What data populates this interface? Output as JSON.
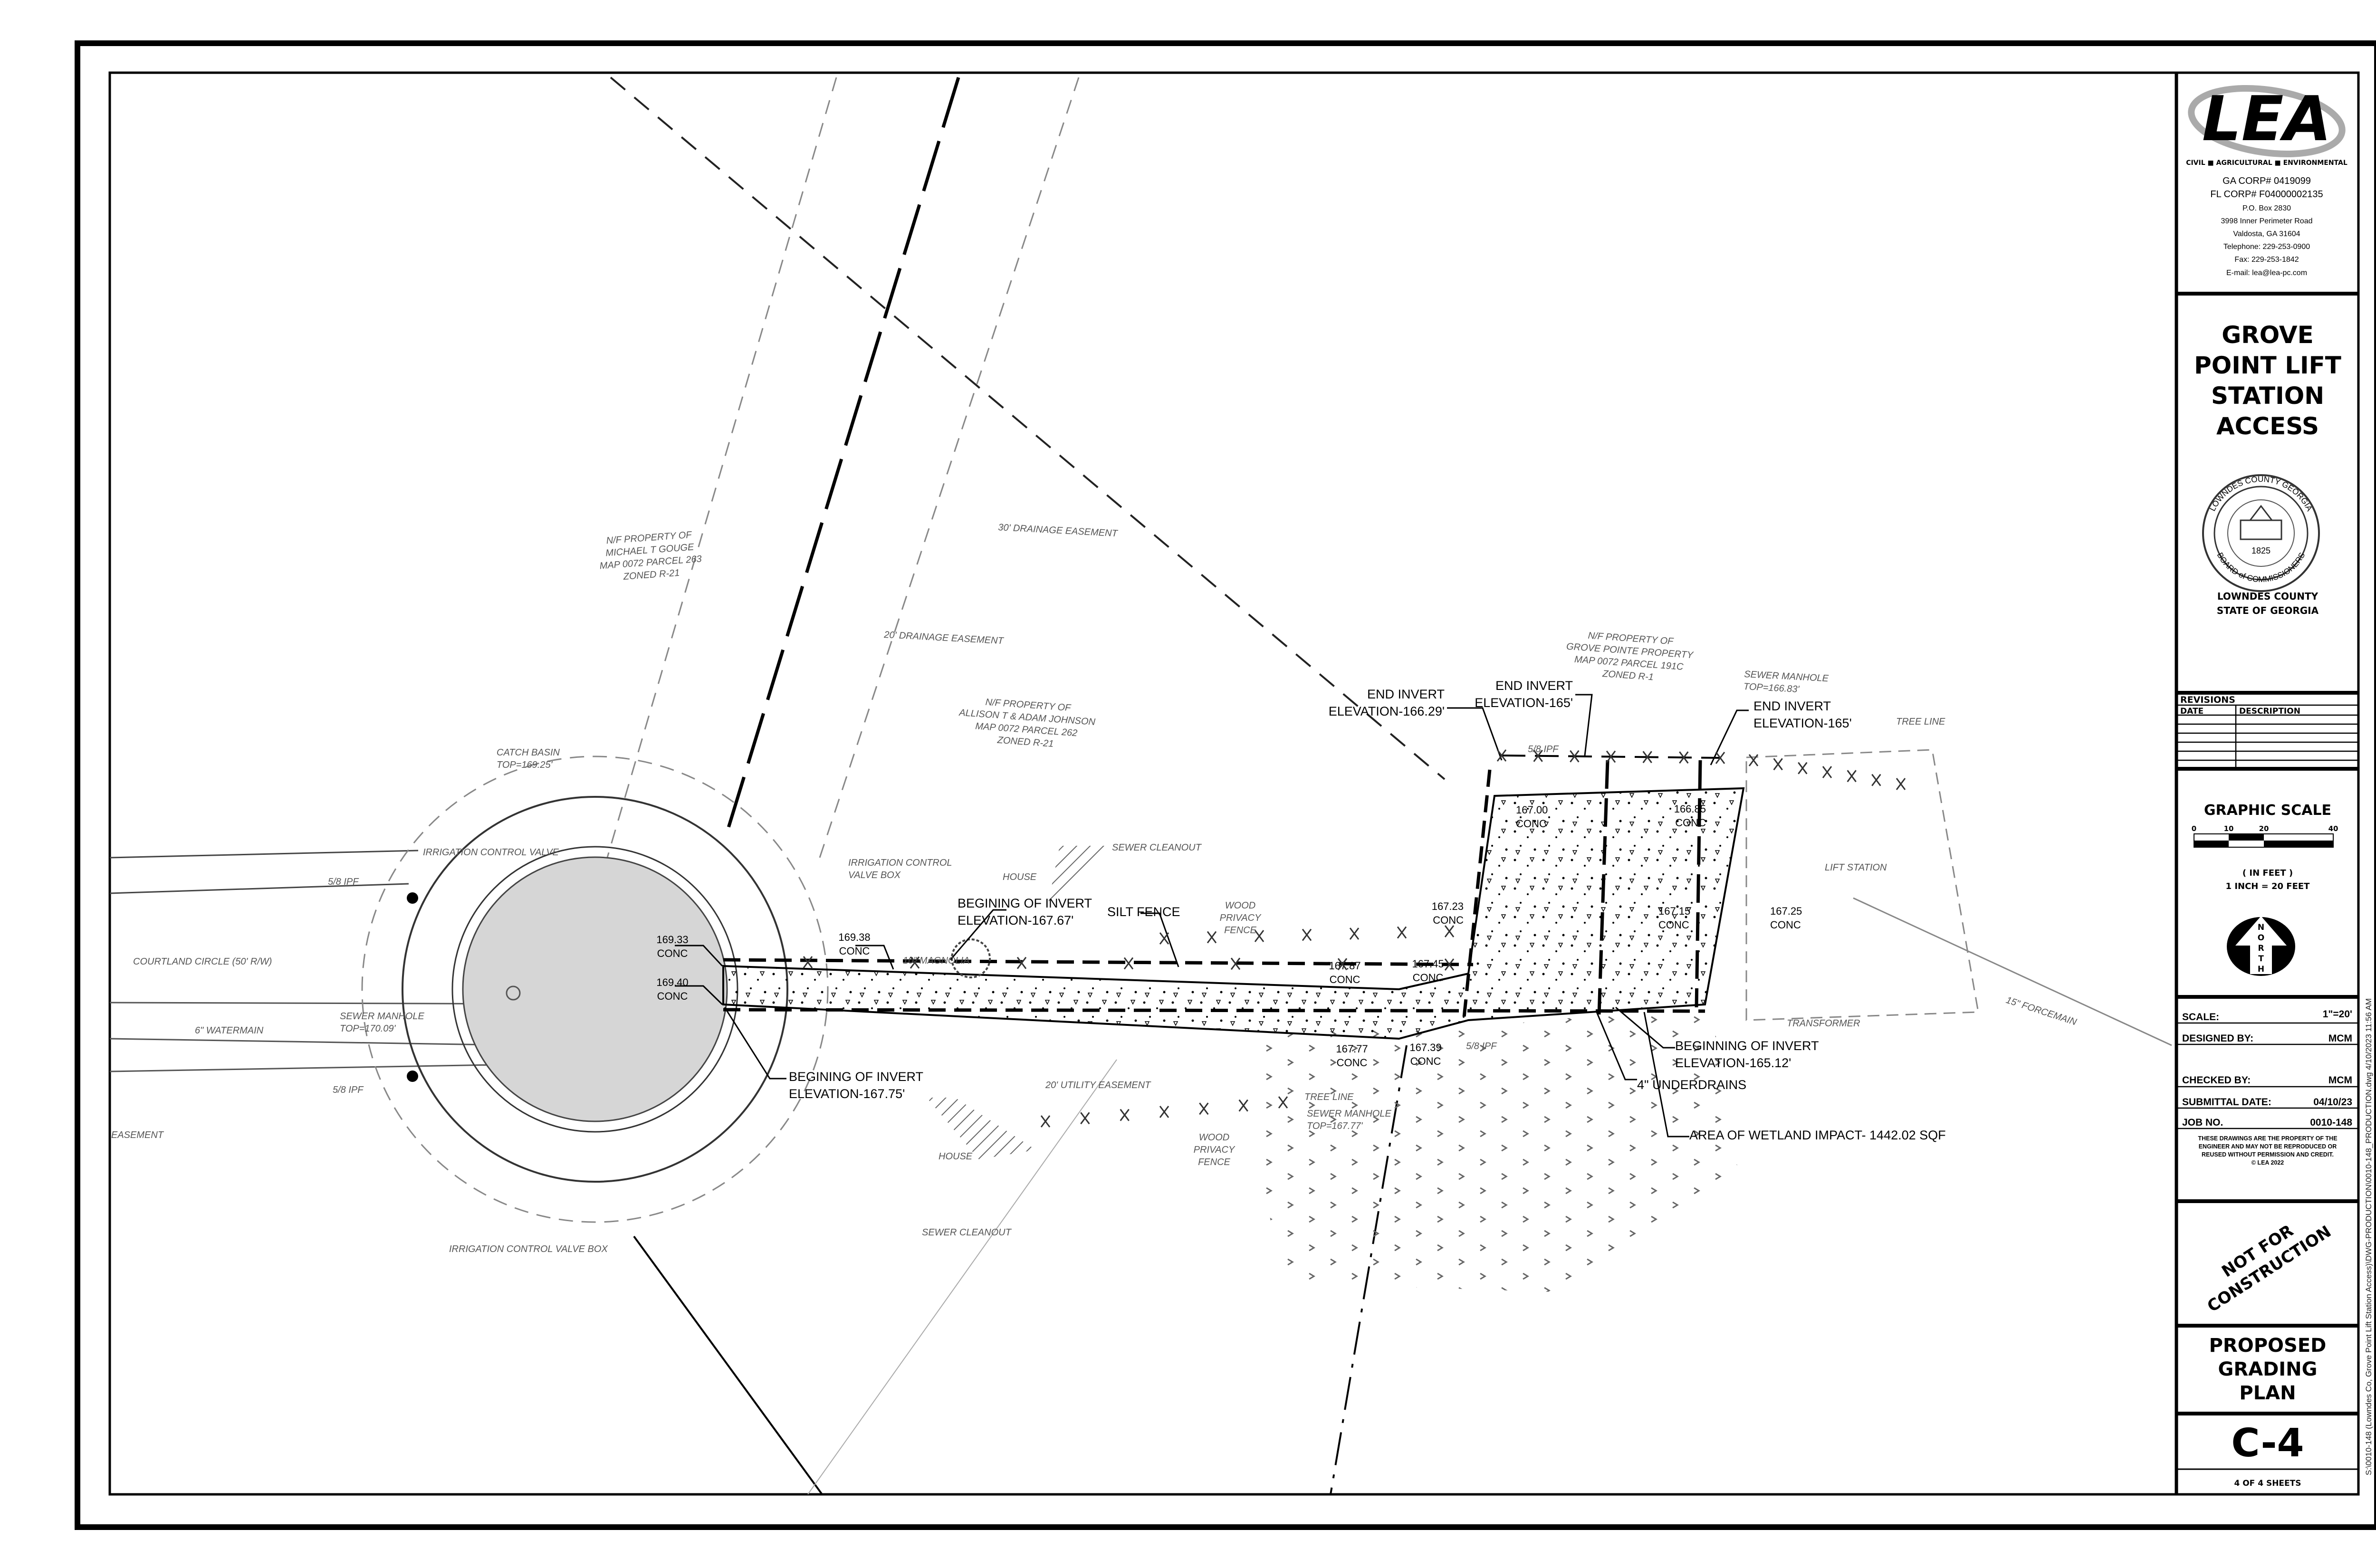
{
  "title_block": {
    "logo": {
      "name": "LEA",
      "tagline": "CIVIL ■ AGRICULTURAL ■ ENVIRONMENTAL"
    },
    "company_info": [
      "GA CORP# 0419099",
      "FL CORP# F04000002135",
      "P.O. Box 2830",
      "3998 Inner Perimeter Road",
      "Valdosta, GA 31604",
      "Telephone:  229-253-0900",
      "Fax:  229-253-1842",
      "E-mail: lea@lea-pc.com"
    ],
    "project_title": [
      "GROVE",
      "POINT LIFT",
      "STATION",
      "ACCESS"
    ],
    "seal": {
      "top": "LOWNDES COUNTY GEORGIA",
      "bottom": "BOARD of COMMISSIONERS",
      "year": "1825"
    },
    "county": "LOWNDES COUNTY",
    "state": "STATE OF GEORGIA",
    "revisions": {
      "title": "REVISIONS",
      "date_header": "DATE",
      "description_header": "DESCRIPTION"
    },
    "graphic_scale": {
      "title": "GRAPHIC SCALE",
      "ticks": [
        "0",
        "10",
        "20",
        "40"
      ],
      "units": "( IN FEET )",
      "ratio": "1 INCH = 20 FEET"
    },
    "north_arrow": "NORTH",
    "fields": [
      {
        "label": "SCALE:",
        "value": "1\"=20'"
      },
      {
        "label": "DESIGNED BY:",
        "value": "MCM"
      },
      {
        "label": "CHECKED BY:",
        "value": "MCM"
      },
      {
        "label": "SUBMITTAL DATE:",
        "value": "04/10/23"
      },
      {
        "label": "JOB NO.",
        "value": "0010-148"
      }
    ],
    "notice": [
      "THESE DRAWINGS ARE THE PROPERTY OF THE",
      "ENGINEER AND MAY NOT BE REPRODUCED OR",
      "REUSED WITHOUT PERMISSION AND CREDIT.",
      "© LEA  2022"
    ],
    "stamp": [
      "NOT FOR",
      "CONSTRUCTION"
    ],
    "sheet_title": [
      "PROPOSED",
      "GRADING",
      "PLAN"
    ],
    "sheet_number": "C-4",
    "sheet_count": "4 OF 4 SHEETS"
  },
  "file_path": "S:\\0010-148 (Lowndes Co, Grove Point Lift Station Access)\\DWG-PRODUCTION\\0010-148_PRODUCTION.dwg 4/10/2023 11:56 AM",
  "drawing": {
    "labels": {
      "gouge_property": [
        "N/F PROPERTY OF",
        "MICHAEL T GOUGE",
        "MAP 0072 PARCEL 263",
        "ZONED R-21"
      ],
      "drainage_30": [
        "30' DRAINAGE EASEMENT"
      ],
      "drainage_20": [
        "20' DRAINAGE EASEMENT"
      ],
      "johnson_property": [
        "N/F PROPERTY OF",
        "ALLISON T & ADAM JOHNSON",
        "MAP 0072 PARCEL 262",
        "ZONED R-21"
      ],
      "grove_pointe_property": [
        "N/F PROPERTY OF",
        "GROVE POINTE PROPERTY",
        "MAP 0072 PARCEL 191C",
        "ZONED R-1"
      ],
      "sewer_manhole_north": [
        "SEWER MANHOLE",
        "TOP=166.83'"
      ],
      "end_invert_1": [
        "END INVERT",
        "ELEVATION-166.29'"
      ],
      "end_invert_2": [
        "END INVERT",
        "ELEVATION-165'"
      ],
      "end_invert_3": [
        "END INVERT",
        "ELEVATION-165'"
      ],
      "tree_line_north": [
        "TREE LINE"
      ],
      "ipf_north": [
        "5/8 IPF"
      ],
      "spot_167_00": [
        "167.00",
        "CONC"
      ],
      "spot_166_85": [
        "166.85",
        "CONC"
      ],
      "lift_station": [
        "LIFT STATION"
      ],
      "spot_167_23": [
        "167.23",
        "CONC"
      ],
      "spot_167_15": [
        "167.15",
        "CONC"
      ],
      "spot_167_25": [
        "167.25",
        "CONC"
      ],
      "forcemain": [
        "15\" FORCEMAIN"
      ],
      "transformer": [
        "TRANSFORMER"
      ],
      "begin_invert_165": [
        "BEGINNING OF INVERT",
        "ELEVATION-165.12'"
      ],
      "underdrains": [
        "4\" UNDERDRAINS"
      ],
      "wetland_impact": [
        "AREA OF WETLAND IMPACT- 1442.02 SQF"
      ],
      "spot_167_87": [
        "167.87",
        "CONC"
      ],
      "spot_167_45": [
        "167.45",
        "CONC"
      ],
      "spot_167_77": [
        "167.77",
        "CONC"
      ],
      "spot_167_39": [
        "167.39",
        "CONC"
      ],
      "ipf_south": [
        "5/8 IPF"
      ],
      "tree_line_south": [
        "TREE LINE"
      ],
      "sewer_manhole_south": [
        "SEWER MANHOLE",
        "TOP=167.77'"
      ],
      "wood_fence_south": [
        "WOOD",
        "PRIVACY",
        "FENCE"
      ],
      "utility_easement": [
        "20' UTILITY EASEMENT"
      ],
      "house_south": [
        "HOUSE"
      ],
      "sewer_cleanout_south": [
        "SEWER CLEANOUT"
      ],
      "silt_fence": [
        "SILT FENCE"
      ],
      "wood_fence_north": [
        "WOOD",
        "PRIVACY",
        "FENCE"
      ],
      "begin_invert_167_67": [
        "BEGINING OF INVERT",
        "ELEVATION-167.67'"
      ],
      "magnolia": [
        "10\" MAGNOLIA"
      ],
      "house_north": [
        "HOUSE"
      ],
      "sewer_cleanout_north": [
        "SEWER CLEANOUT"
      ],
      "irrigation_box_north": [
        "IRRIGATION CONTROL",
        "VALVE BOX"
      ],
      "spot_169_38": [
        "169.38",
        "CONC"
      ],
      "spot_169_33": [
        "169.33",
        "CONC"
      ],
      "spot_169_40": [
        "169.40",
        "CONC"
      ],
      "begin_invert_167_75": [
        "BEGINING OF INVERT",
        "ELEVATION-167.75'"
      ],
      "catch_basin": [
        "CATCH BASIN",
        "TOP=169.25'"
      ],
      "irrigation_valve": [
        "IRRIGATION CONTROL VALVE"
      ],
      "ipf_west_north": [
        "5/8 IPF"
      ],
      "ipf_west_south": [
        "5/8 IPF"
      ],
      "courtland_circle": [
        "COURTLAND CIRCLE (50' R/W)"
      ],
      "sewer_manhole_west": [
        "SEWER MANHOLE",
        "TOP=170.09'"
      ],
      "watermain": [
        "6\" WATERMAIN"
      ],
      "easement_west": [
        "EASEMENT"
      ],
      "irrigation_box_south": [
        "IRRIGATION CONTROL VALVE BOX"
      ]
    }
  }
}
